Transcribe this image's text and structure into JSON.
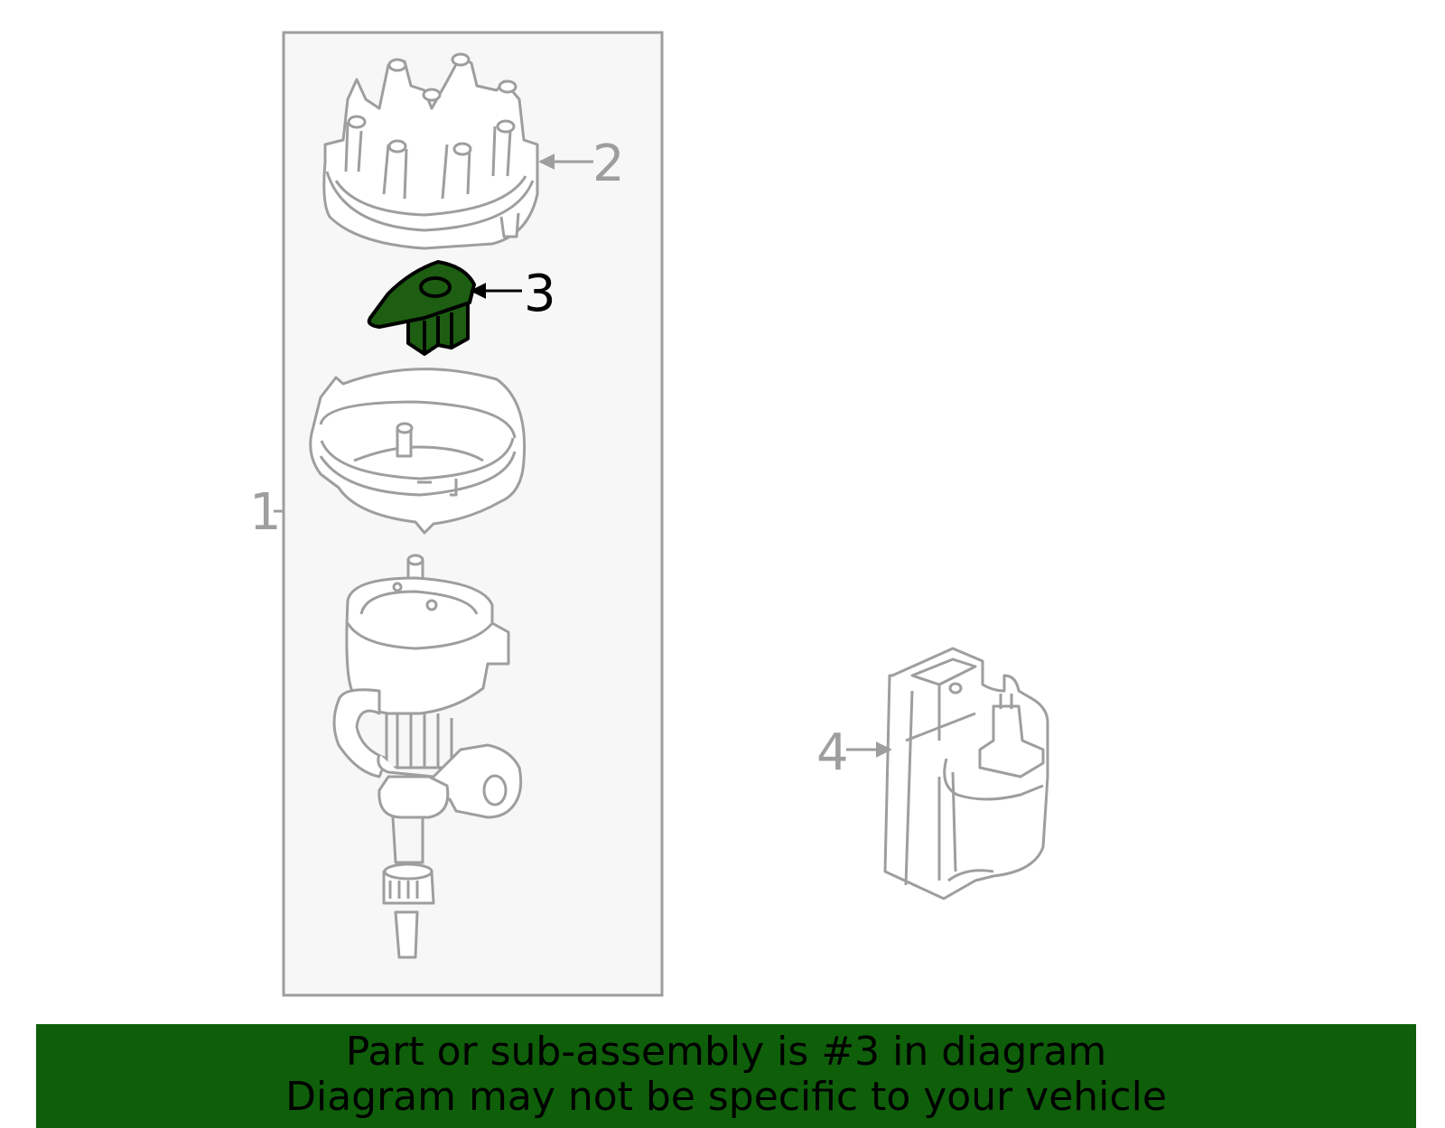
{
  "diagram": {
    "callouts": [
      {
        "id": "1",
        "label": "1"
      },
      {
        "id": "2",
        "label": "2"
      },
      {
        "id": "3",
        "label": "3"
      },
      {
        "id": "4",
        "label": "4"
      }
    ],
    "highlight_part": "3",
    "colors": {
      "line_gray": "#9e9e9e",
      "panel_fill": "#f7f7f7",
      "highlight_green": "#1d5e12",
      "banner_green": "#0f5e0a",
      "text_black": "#000000"
    }
  },
  "banner": {
    "line1": "Part or sub-assembly is #3 in diagram",
    "line2": "Diagram may not be specific to your vehicle"
  }
}
